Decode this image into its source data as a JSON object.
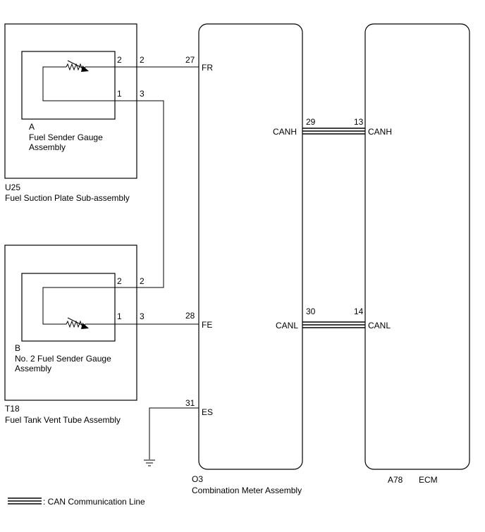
{
  "components": {
    "u25": {
      "code": "U25",
      "name": "Fuel Suction Plate Sub-assembly",
      "sender": {
        "letter": "A",
        "line1": "Fuel Sender Gauge",
        "line2": "Assembly"
      },
      "pins": {
        "top_inner": "2",
        "top_outer": "2",
        "bottom_inner": "1",
        "bottom_outer": "3"
      }
    },
    "t18": {
      "code": "T18",
      "name": "Fuel Tank Vent Tube Assembly",
      "sender": {
        "letter": "B",
        "line1": "No. 2 Fuel Sender Gauge",
        "line2": "Assembly"
      },
      "pins": {
        "top_inner": "2",
        "top_outer": "2",
        "bottom_inner": "1",
        "bottom_outer": "3"
      }
    },
    "o3": {
      "code": "O3",
      "name": "Combination Meter Assembly",
      "terminals": {
        "fr": {
          "pin": "27",
          "label": "FR"
        },
        "fe": {
          "pin": "28",
          "label": "FE"
        },
        "es": {
          "pin": "31",
          "label": "ES"
        },
        "canh": {
          "pin": "29",
          "label": "CANH"
        },
        "canl": {
          "pin": "30",
          "label": "CANL"
        }
      }
    },
    "a78": {
      "code": "A78",
      "name": "ECM",
      "terminals": {
        "canh": {
          "pin": "13",
          "label": "CANH"
        },
        "canl": {
          "pin": "14",
          "label": "CANL"
        }
      }
    }
  },
  "legend": {
    "label": ": CAN Communication Line"
  }
}
